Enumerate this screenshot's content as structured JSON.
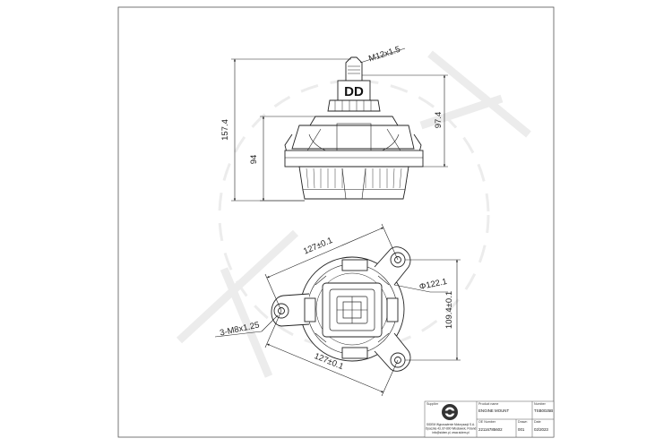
{
  "dimensions": {
    "thread_top": "M12x1.5",
    "overall_height": "157.4",
    "upper_height": "97.4",
    "body_height": "94",
    "top_width": "127±0.1",
    "diameter": "Φ122.1",
    "right_spacing": "109.4±0.1",
    "holes": "3-M8x1.25",
    "bottom_width": "127±0.1"
  },
  "part_marking": "DD",
  "title_block": {
    "company_label": "Supplier",
    "product_name_label": "Product name",
    "product_name": "ENGINE MOUNT",
    "number_label": "Number",
    "number": "TSB0025B",
    "oe_number_label": "OE Number",
    "oe_number": "22116785602",
    "drawn_label": "Drawn",
    "drawn": "001",
    "date_label": "Date",
    "date": "02/2023",
    "company_line1": "SIDEM Wyposażenie Motoryzacji S.A.",
    "company_line2": "Opaczka 43, 87-800 Włocławek, Poland",
    "company_line3": "info@sidem.pl, www.sidem.pl"
  },
  "colors": {
    "line": "#222222",
    "frame": "#555555",
    "watermark": "#ececec"
  }
}
